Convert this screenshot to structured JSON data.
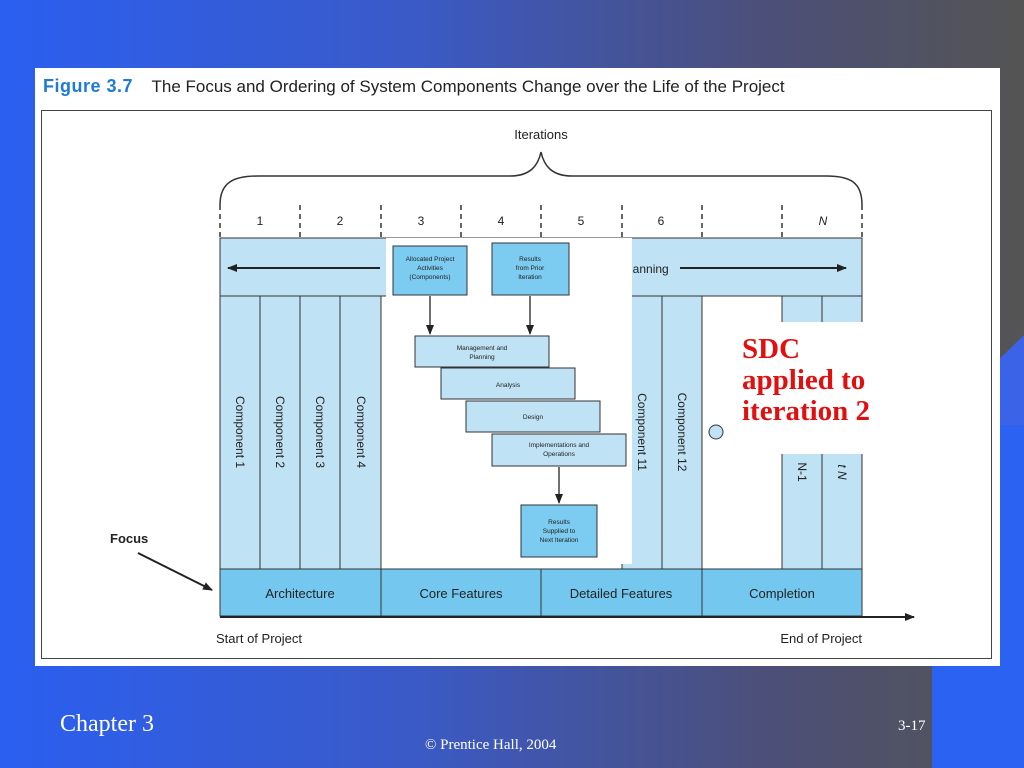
{
  "figure": {
    "number": "Figure 3.7",
    "title": "The Focus and Ordering of System Components Change over the Life of the Project"
  },
  "diagram": {
    "iterations_label": "Iterations",
    "iteration_numbers": [
      "1",
      "2",
      "3",
      "4",
      "5",
      "6",
      "N"
    ],
    "planning_label": "lanning",
    "components": [
      "Component 1",
      "Component 2",
      "Component 3",
      "Component 4",
      "Component 11",
      "Component 12",
      "N-1",
      "t N"
    ],
    "phases": [
      "Architecture",
      "Core Features",
      "Detailed Features",
      "Completion"
    ],
    "focus_label": "Focus",
    "start_label": "Start of Project",
    "end_label": "End of Project",
    "inset": {
      "allocated": [
        "Allocated Project",
        "Activities",
        "(Components)"
      ],
      "results_prior": [
        "Results",
        "from Prior",
        "Iteration"
      ],
      "steps": [
        [
          "Management and",
          "Planning"
        ],
        [
          "Analysis"
        ],
        [
          "Design"
        ],
        [
          "Implementations and",
          "Operations"
        ]
      ],
      "results_next": [
        "Results",
        "Supplied to",
        "Next Iteration"
      ]
    },
    "colors": {
      "fill": "#bfe2f5",
      "box_fill": "#7ccbf0",
      "phase_fill": "#74c8ef",
      "stroke": "#333333"
    }
  },
  "overlay_text": [
    "SDC",
    "applied to",
    "iteration 2"
  ],
  "footer": {
    "chapter": "Chapter 3",
    "copyright": "© Prentice Hall, 2004",
    "page": "3-17"
  }
}
